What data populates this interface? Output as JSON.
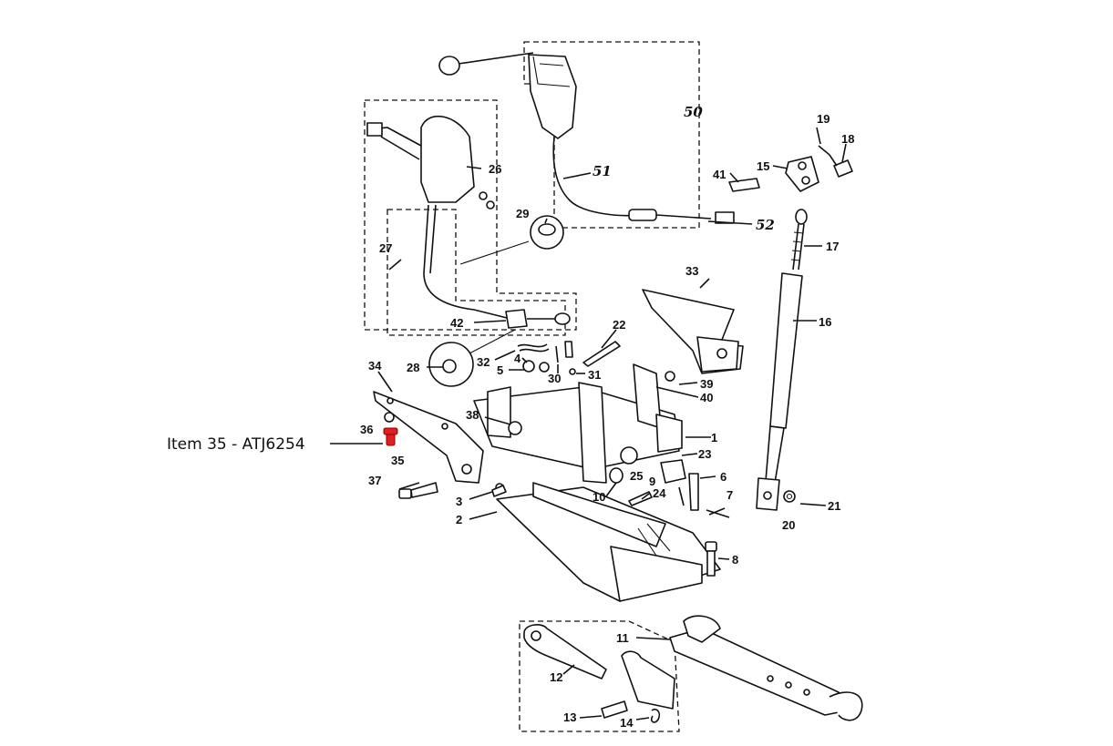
{
  "caption": {
    "text": "Item 35 - ATJ6254"
  },
  "highlight_color": "#e02020",
  "labels": {
    "l1": "1",
    "l2": "2",
    "l3": "3",
    "l4": "4",
    "l5": "5",
    "l6": "6",
    "l7": "7",
    "l8": "8",
    "l9": "9",
    "l10": "10",
    "l11": "11",
    "l12": "12",
    "l13": "13",
    "l14": "14",
    "l15": "15",
    "l16": "16",
    "l17": "17",
    "l18": "18",
    "l19": "19",
    "l20": "20",
    "l21": "21",
    "l22": "22",
    "l23": "23",
    "l24": "24",
    "l25": "25",
    "l26": "26",
    "l27": "27",
    "l28": "28",
    "l29": "29",
    "l30": "30",
    "l31": "31",
    "l32": "32",
    "l33": "33",
    "l34": "34",
    "l35": "35",
    "l36": "36",
    "l37": "37",
    "l38": "38",
    "l39": "39",
    "l40": "40",
    "l41": "41",
    "l42": "42",
    "l50": "50",
    "l51": "51",
    "l52": "52"
  }
}
